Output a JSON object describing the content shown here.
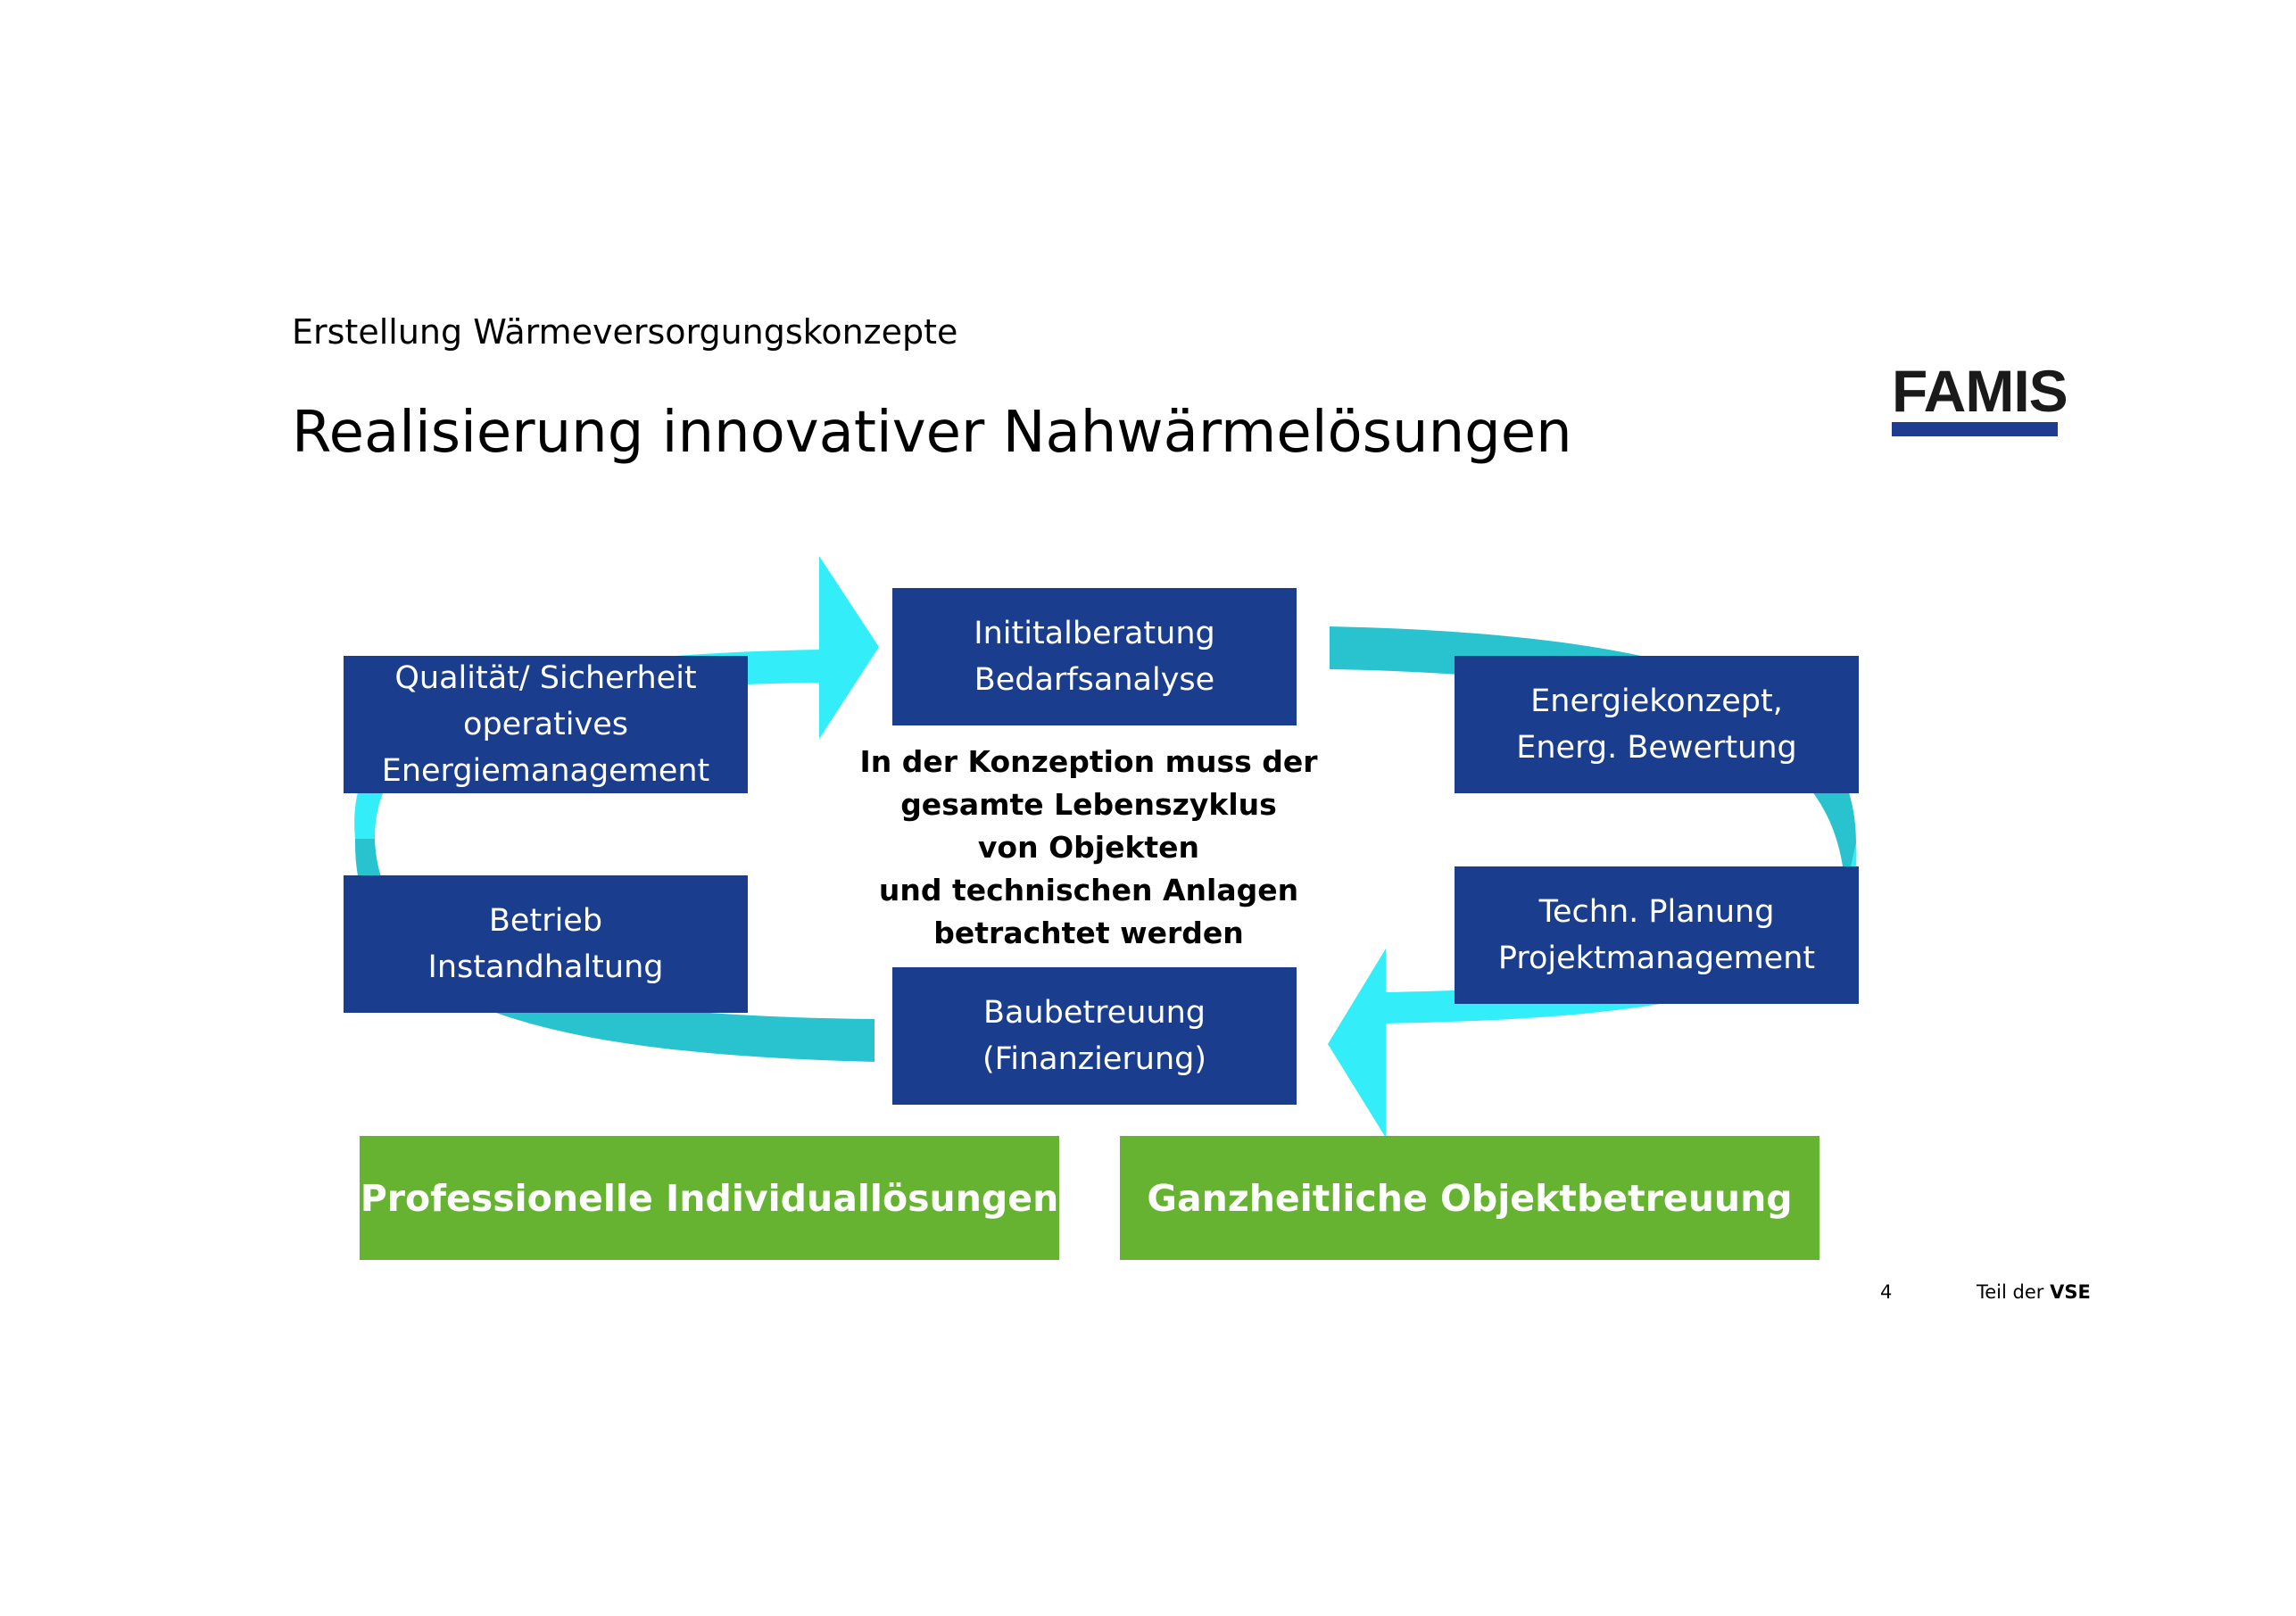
{
  "header": {
    "subtitle": "Erstellung Wärmeversorgungskonzepte",
    "title": "Realisierung innovativer Nahwärmelösungen",
    "logo_text": "FAMIS"
  },
  "cycle": {
    "boxes": [
      {
        "line1": "Inititalberatung",
        "line2": "Bedarfsanalyse"
      },
      {
        "line1": "Energiekonzept,",
        "line2": "Energ. Bewertung"
      },
      {
        "line1": "Techn. Planung",
        "line2": "Projektmanagement"
      },
      {
        "line1": "Baubetreuung",
        "line2": "(Finanzierung)"
      },
      {
        "line1": "Betrieb",
        "line2": "Instandhaltung"
      },
      {
        "line1": "Qualität/ Sicherheit",
        "line2": "operatives",
        "line3": "Energiemanagement"
      }
    ],
    "center_text": [
      "In der Konzeption muss der",
      "gesamte Lebenszyklus",
      "von Objekten",
      "und technischen Anlagen",
      "betrachtet werden"
    ]
  },
  "bottom": {
    "left_label": "Professionelle Individuallösungen",
    "right_label": "Ganzheitliche Objektbetreuung"
  },
  "footer": {
    "page_number": "4",
    "part_of": "Teil der",
    "brand": "VSE"
  },
  "colors": {
    "box_blue": "#1a3d8e",
    "green": "#66b331",
    "arrow_light": "#33eef8",
    "arrow_dark": "#29c3d0",
    "logo_bar": "#1f3c8f"
  }
}
